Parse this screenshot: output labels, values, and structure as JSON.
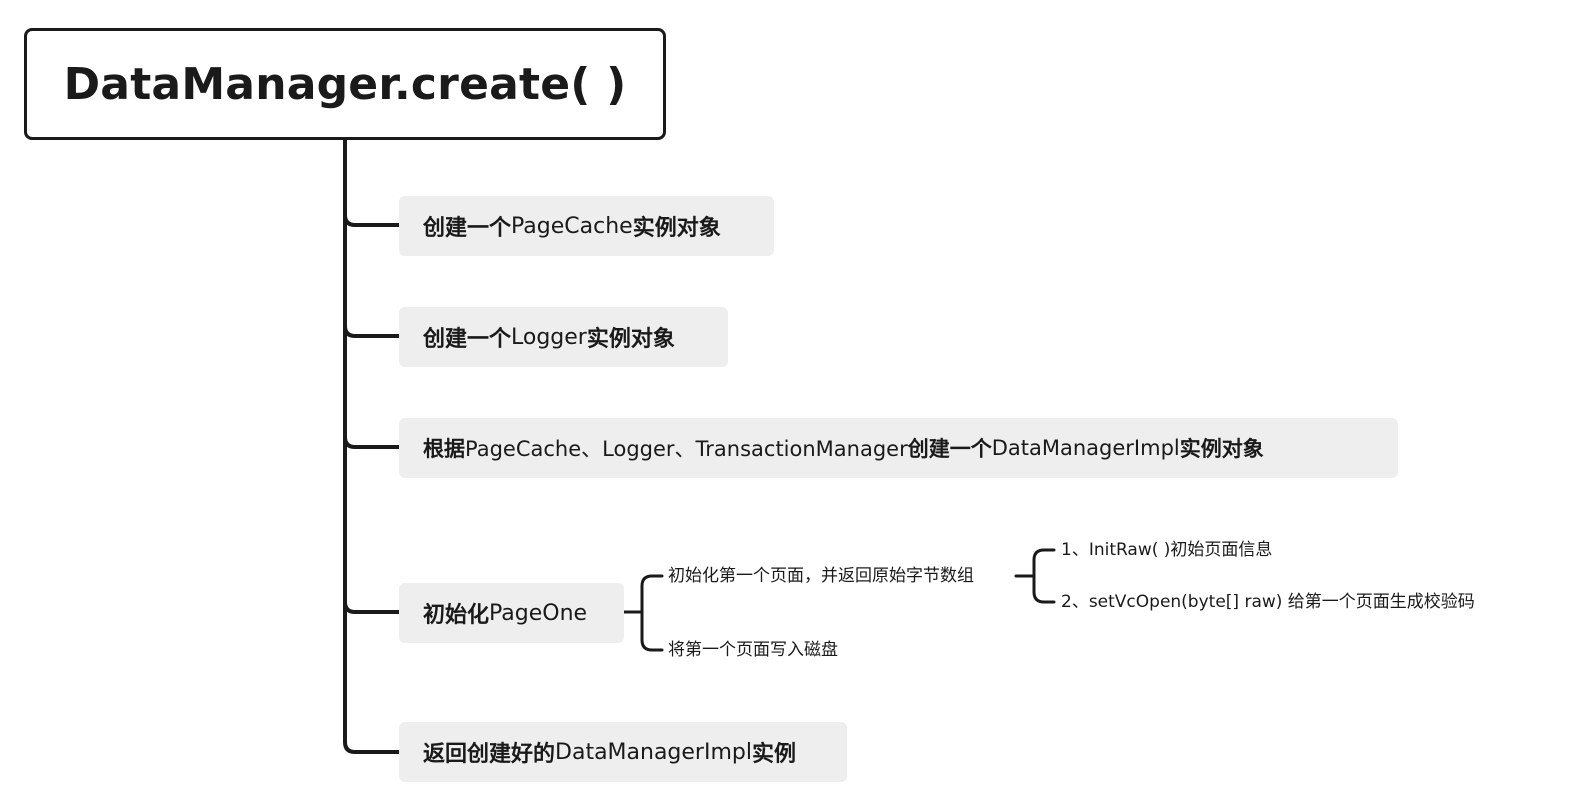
{
  "root": {
    "title": "DataManager.create( )"
  },
  "steps": [
    {
      "segments": [
        {
          "text": "创建一个",
          "bold": true
        },
        {
          "text": "PageCache ",
          "bold": false
        },
        {
          "text": "实例对象",
          "bold": true
        }
      ]
    },
    {
      "segments": [
        {
          "text": "创建一个",
          "bold": true
        },
        {
          "text": "Logger ",
          "bold": false
        },
        {
          "text": "实例对象",
          "bold": true
        }
      ]
    },
    {
      "segments": [
        {
          "text": "根据 ",
          "bold": true
        },
        {
          "text": "PageCache、Logger、TransactionManager",
          "bold": false
        },
        {
          "text": "创建一个",
          "bold": true
        },
        {
          "text": "DataManagerImpl",
          "bold": false
        },
        {
          "text": "实例对象",
          "bold": true
        }
      ]
    },
    {
      "segments": [
        {
          "text": "初始化",
          "bold": true
        },
        {
          "text": "PageOne",
          "bold": false
        }
      ],
      "children": [
        {
          "label": "初始化第一个页面，并返回原始字节数组",
          "children": [
            {
              "label": "1、InitRaw( )初始页面信息"
            },
            {
              "label": "2、setVcOpen(byte[] raw) 给第一个页面生成校验码"
            }
          ]
        },
        {
          "label": "将第一个页面写入磁盘"
        }
      ]
    },
    {
      "segments": [
        {
          "text": "返回创建好的",
          "bold": true
        },
        {
          "text": "DataManagerImpl ",
          "bold": false
        },
        {
          "text": "实例",
          "bold": true
        }
      ]
    }
  ]
}
